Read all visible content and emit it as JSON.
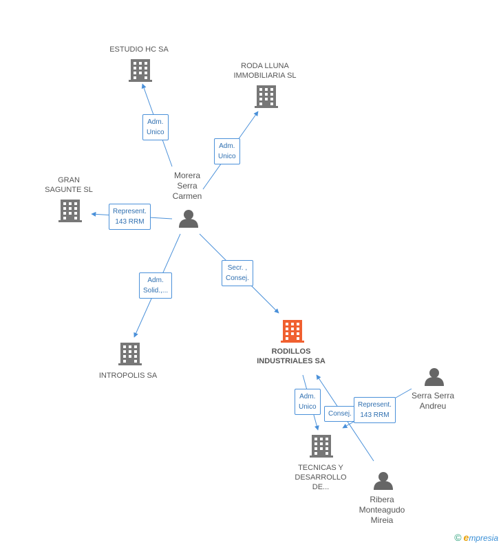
{
  "colors": {
    "edge": "#4a90d9",
    "building": "#777777",
    "building_main": "#f06030",
    "person": "#666666"
  },
  "companies": {
    "estudio": [
      "ESTUDIO HC SA"
    ],
    "roda": [
      "RODA LLUNA",
      "IMMOBILIARIA SL"
    ],
    "gran": [
      "GRAN",
      "SAGUNTE SL"
    ],
    "intropolis": [
      "INTROPOLIS SA"
    ],
    "rodillos": [
      "RODILLOS",
      "INDUSTRIALES SA"
    ],
    "tecnicas": [
      "TECNICAS Y",
      "DESARROLLO",
      "DE..."
    ]
  },
  "people": {
    "morera": [
      "Morera",
      "Serra",
      "Carmen"
    ],
    "serra": [
      "Serra Serra",
      "Andreu"
    ],
    "ribera": [
      "Ribera",
      "Monteagudo",
      "Mireia"
    ]
  },
  "relations": {
    "estudio": [
      "Adm.",
      "Unico"
    ],
    "roda": [
      "Adm.",
      "Unico"
    ],
    "gran": [
      "Represent.",
      "143 RRM"
    ],
    "intropolis": [
      "Adm.",
      "Solid.,..."
    ],
    "rodillos": [
      "Secr. ,",
      "Consej."
    ],
    "tec_rod": [
      "Adm.",
      "Unico"
    ],
    "ribera_rod": [
      "Consej."
    ],
    "serra_tec": [
      "Represent.",
      "143 RRM"
    ]
  },
  "footer": {
    "copyright": "©",
    "brand_initial": "e",
    "brand_rest": "mpresia"
  }
}
